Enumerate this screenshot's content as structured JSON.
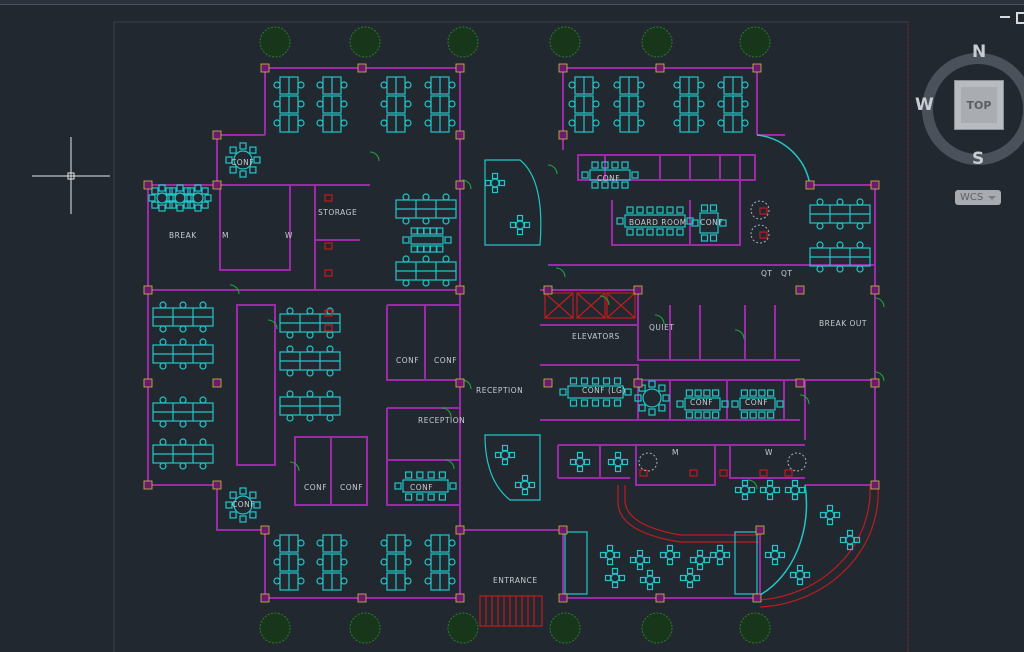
{
  "viewcube": {
    "north": "N",
    "south": "S",
    "west": "W",
    "face": "TOP"
  },
  "wcs": {
    "label": "WCS"
  },
  "colors": {
    "background": "#212830",
    "walls": "#9c2aa8",
    "furniture": "#22c6c8",
    "doors": "#1ea83a",
    "fixtures": "#c01c1c",
    "trees": "#1f5a22"
  },
  "rooms": {
    "conf_nw": "CONF",
    "break": "BREAK",
    "mens_nw": "M",
    "womens_nw": "W",
    "storage": "STORAGE",
    "conf_top": "CONF",
    "board_room": "BOARD ROOM",
    "conf_small": "CONF",
    "qt1": "QT",
    "qt2": "QT",
    "elevators": "ELEVATORS",
    "quiet": "QUIET",
    "break_out": "BREAK OUT",
    "reception_main": "RECEPTION",
    "reception_desk": "RECEPTION",
    "conf_lg": "CONF (LG)",
    "conf_e1": "CONF",
    "conf_e2": "CONF",
    "mens_se": "M",
    "womens_se": "W",
    "conf_c1": "CONF",
    "conf_c2": "CONF",
    "conf_c3": "CONF",
    "conf_c4": "CONF",
    "conf_c5": "CONF",
    "conf_sw": "CONF",
    "entrance": "ENTRANCE"
  }
}
